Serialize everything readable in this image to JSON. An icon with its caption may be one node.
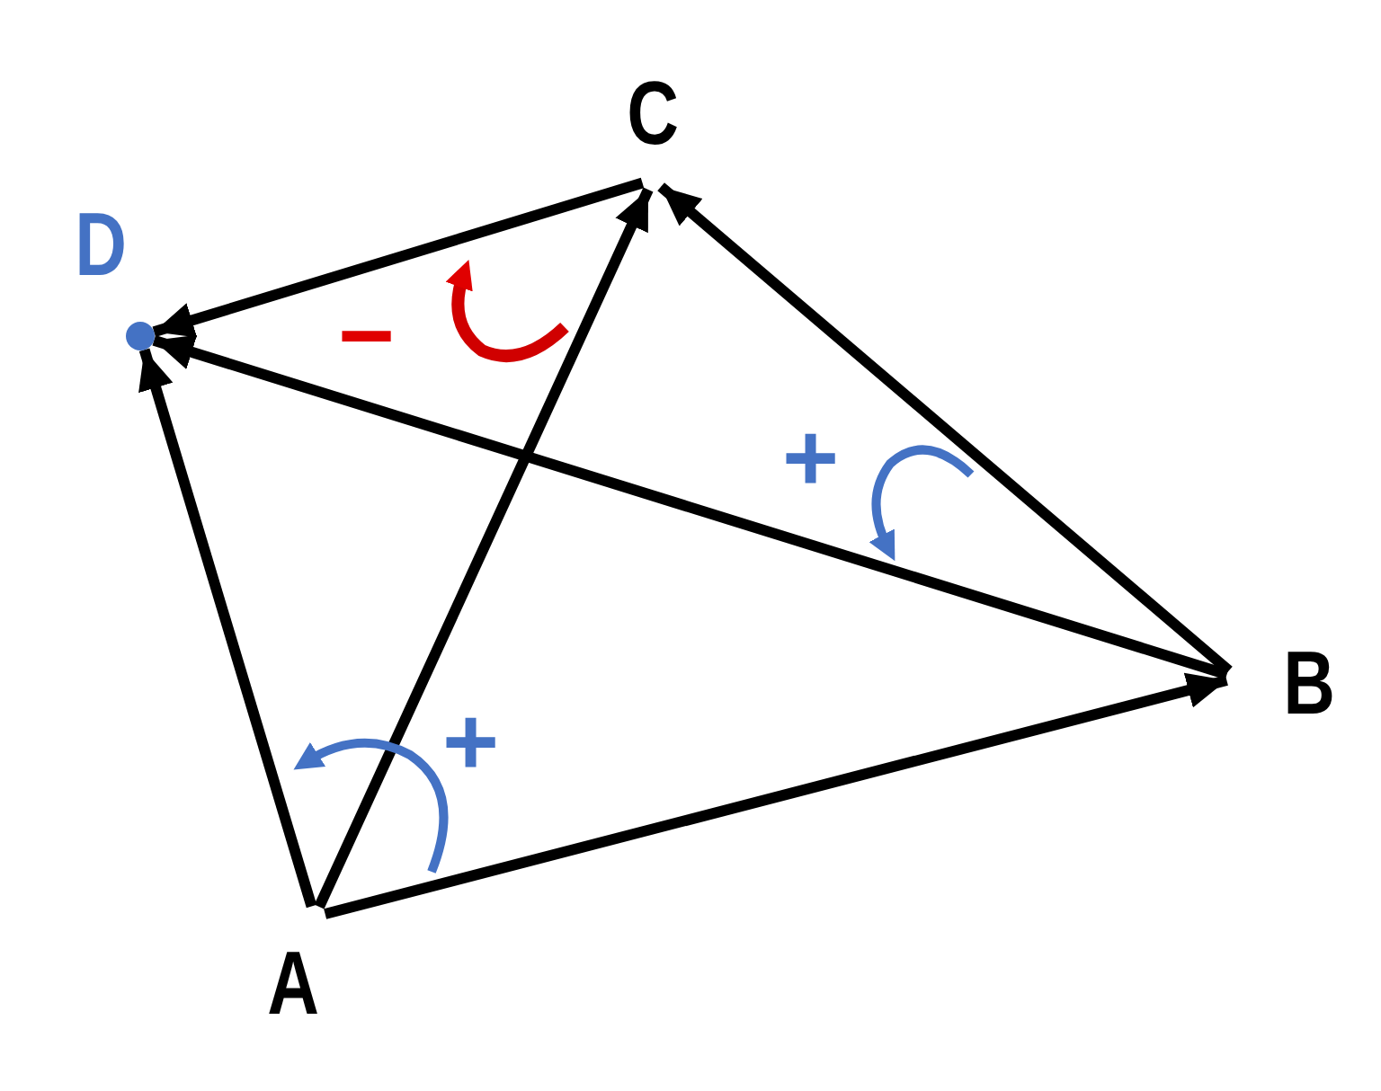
{
  "diagram": {
    "nodes": [
      {
        "text": [
          "A"
        ]
      },
      {
        "text": [
          "B"
        ]
      },
      {
        "text": [
          "C"
        ]
      },
      {
        "text": [
          "D"
        ]
      }
    ],
    "edges": [
      {
        "from": 0,
        "to": 1,
        "arrow": "to"
      },
      {
        "from": 0,
        "to": 2,
        "arrow": "to"
      },
      {
        "from": 1,
        "to": 2,
        "arrow": "to"
      },
      {
        "from": 2,
        "to": 3,
        "arrow": "to"
      },
      {
        "from": 1,
        "to": 3,
        "arrow": "to"
      },
      {
        "from": 0,
        "to": 3,
        "arrow": "to"
      }
    ],
    "labels": [
      "−",
      "+",
      "+"
    ]
  }
}
